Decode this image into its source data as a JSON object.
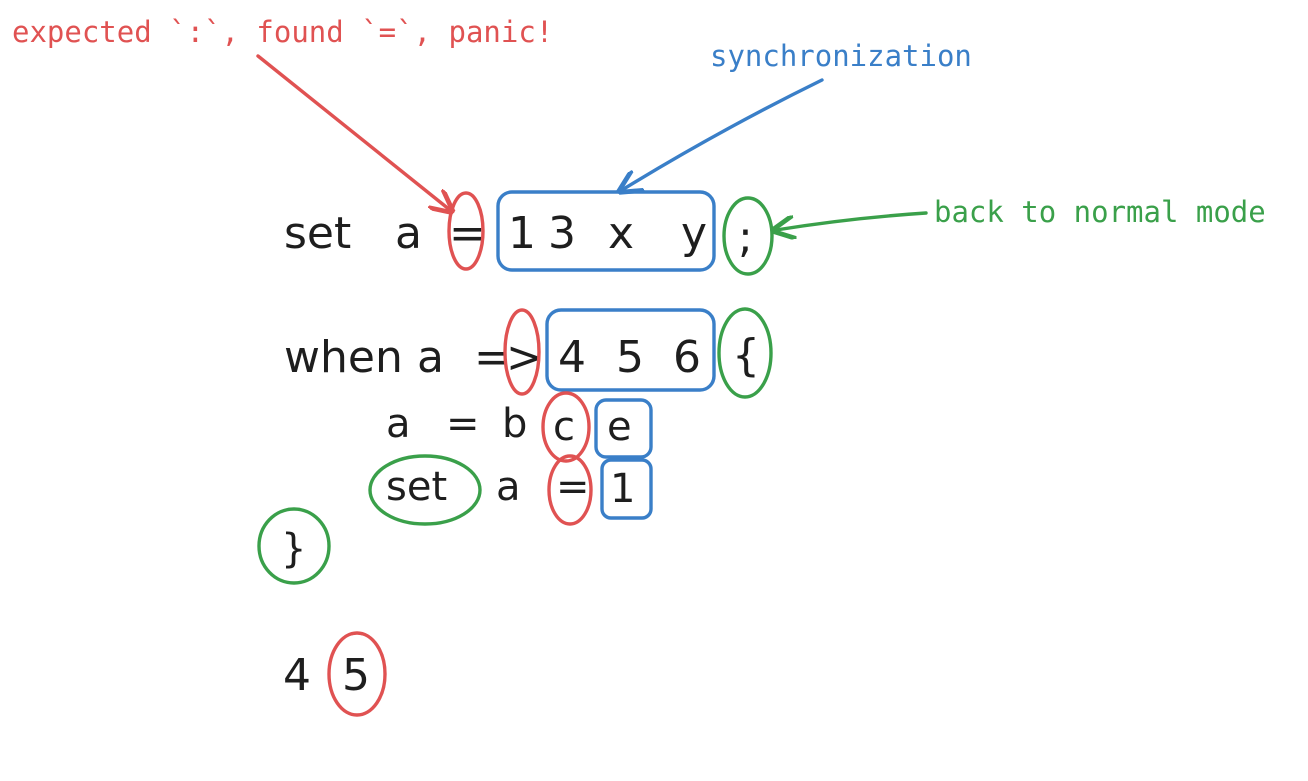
{
  "annotations": {
    "panic": "expected `:`, found `=`, panic!",
    "synchronization": "synchronization",
    "normal_mode": "back to normal mode"
  },
  "code": {
    "line1": {
      "keyword": "set",
      "name": "a",
      "bad_token": "=",
      "skipped": [
        "1",
        "3",
        "x",
        "y"
      ],
      "sync_token": ";"
    },
    "line2": {
      "keyword": "when",
      "name": "a",
      "eq": "=",
      "bad_token": ">",
      "skipped": [
        "4",
        "5",
        "6"
      ],
      "sync_token": "{"
    },
    "line3": {
      "name": "a",
      "eq": "=",
      "value": "b",
      "bad_token": "c",
      "skipped": "e"
    },
    "line4": {
      "sync_keyword": "set",
      "name": "a",
      "bad_token": "=",
      "skipped": "1"
    },
    "line5": {
      "sync_token": "}"
    },
    "line6": {
      "value": "4",
      "bad_token": "5"
    }
  },
  "colors": {
    "error": "#e05252",
    "synchronization": "#3a7fc8",
    "normal_mode": "#3aa04a",
    "text": "#1e1e1e"
  }
}
